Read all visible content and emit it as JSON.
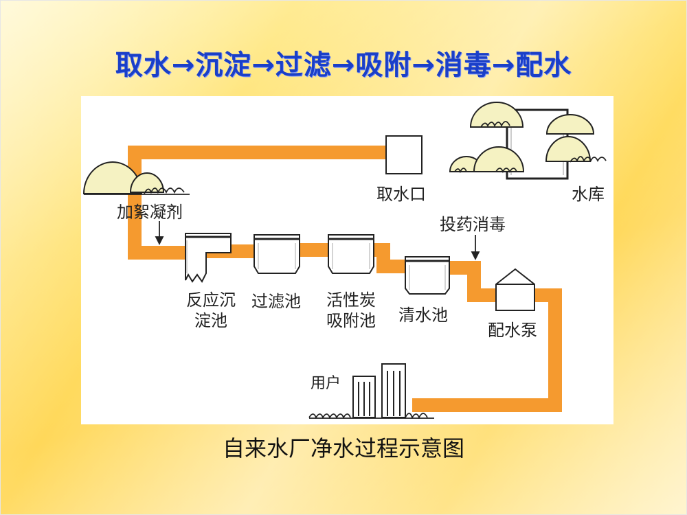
{
  "header": {
    "process_title": "取水→沉淀→过滤→吸附→消毒→配水"
  },
  "labels": {
    "intake": "取水口",
    "reservoir": "水库",
    "coagulant": "加絮凝剂",
    "disinfect": "投药消毒",
    "reaction_line1": "反应沉",
    "reaction_line2": "淀池",
    "filter": "过滤池",
    "carbon_line1": "活性炭",
    "carbon_line2": "吸附池",
    "clear_water": "清水池",
    "pump": "配水泵",
    "users": "用户"
  },
  "caption": "自来水厂净水过程示意图",
  "colors": {
    "pipe": "#f59a2f",
    "title_text": "#1a3fc8",
    "hill_fill": "#f5f2c2",
    "tank_fill": "#ffffff",
    "outline": "#222222"
  },
  "icons": [
    "hill-icon",
    "tree-icon",
    "tank-icon",
    "pump-house-icon",
    "building-icon",
    "arrow-down-icon"
  ]
}
